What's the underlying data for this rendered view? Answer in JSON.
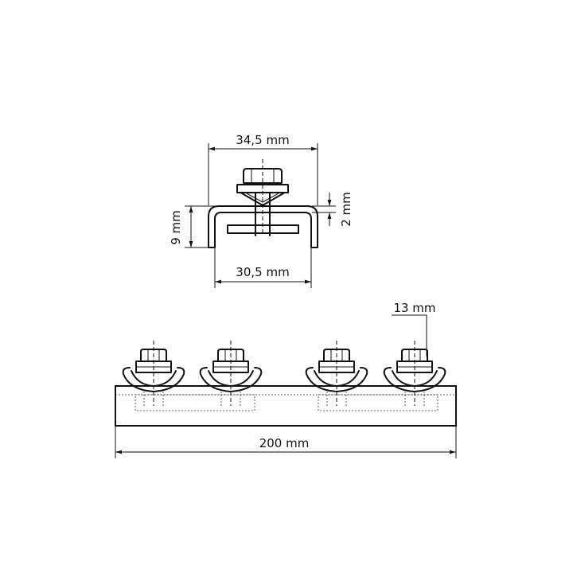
{
  "dimensions": {
    "top_width": "34,5 mm",
    "inner_width": "30,5 mm",
    "height": "9 mm",
    "thickness": "2 mm",
    "hex_size": "13 mm",
    "length": "200 mm"
  }
}
